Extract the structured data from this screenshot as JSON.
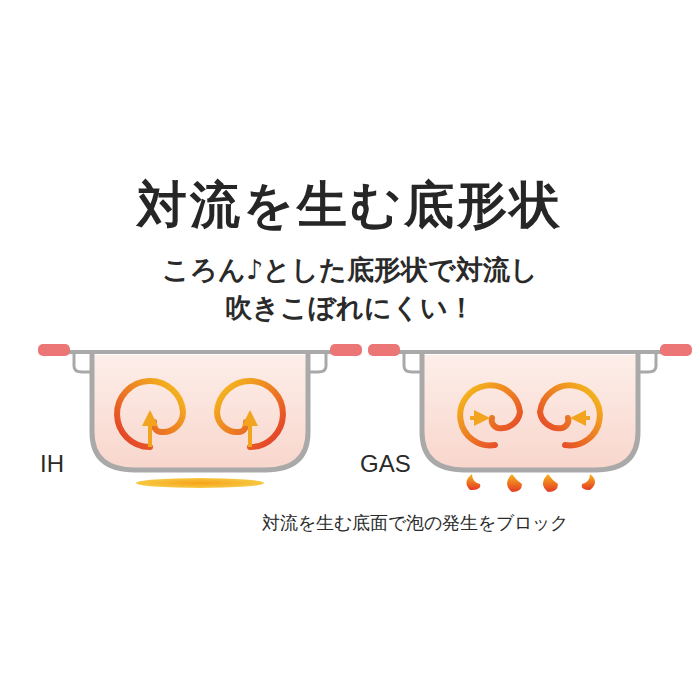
{
  "diagram": {
    "title": "対流を生む底形状",
    "labels": [
      "ころん♪とした底形状で対流し",
      "吹きこぼれにくい！",
      "IH",
      "GAS",
      "対流を生む底面で泡の発生をブロック"
    ]
  }
}
